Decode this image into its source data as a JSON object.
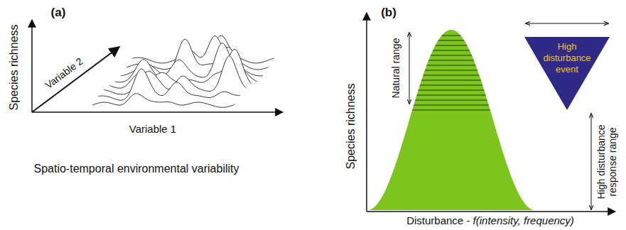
{
  "diagram": {
    "nodes": [
      {
        "text": [
          "High disturbance event"
        ]
      }
    ],
    "labels": [
      "(a)",
      "Species richness",
      "Variable 2",
      "Variable 1",
      "Spatio-temporal environmental variability",
      "(b)",
      "Species richness",
      "Natural range",
      "High disturbance response range",
      "Disturbance - f(intensity, frequency)"
    ]
  }
}
